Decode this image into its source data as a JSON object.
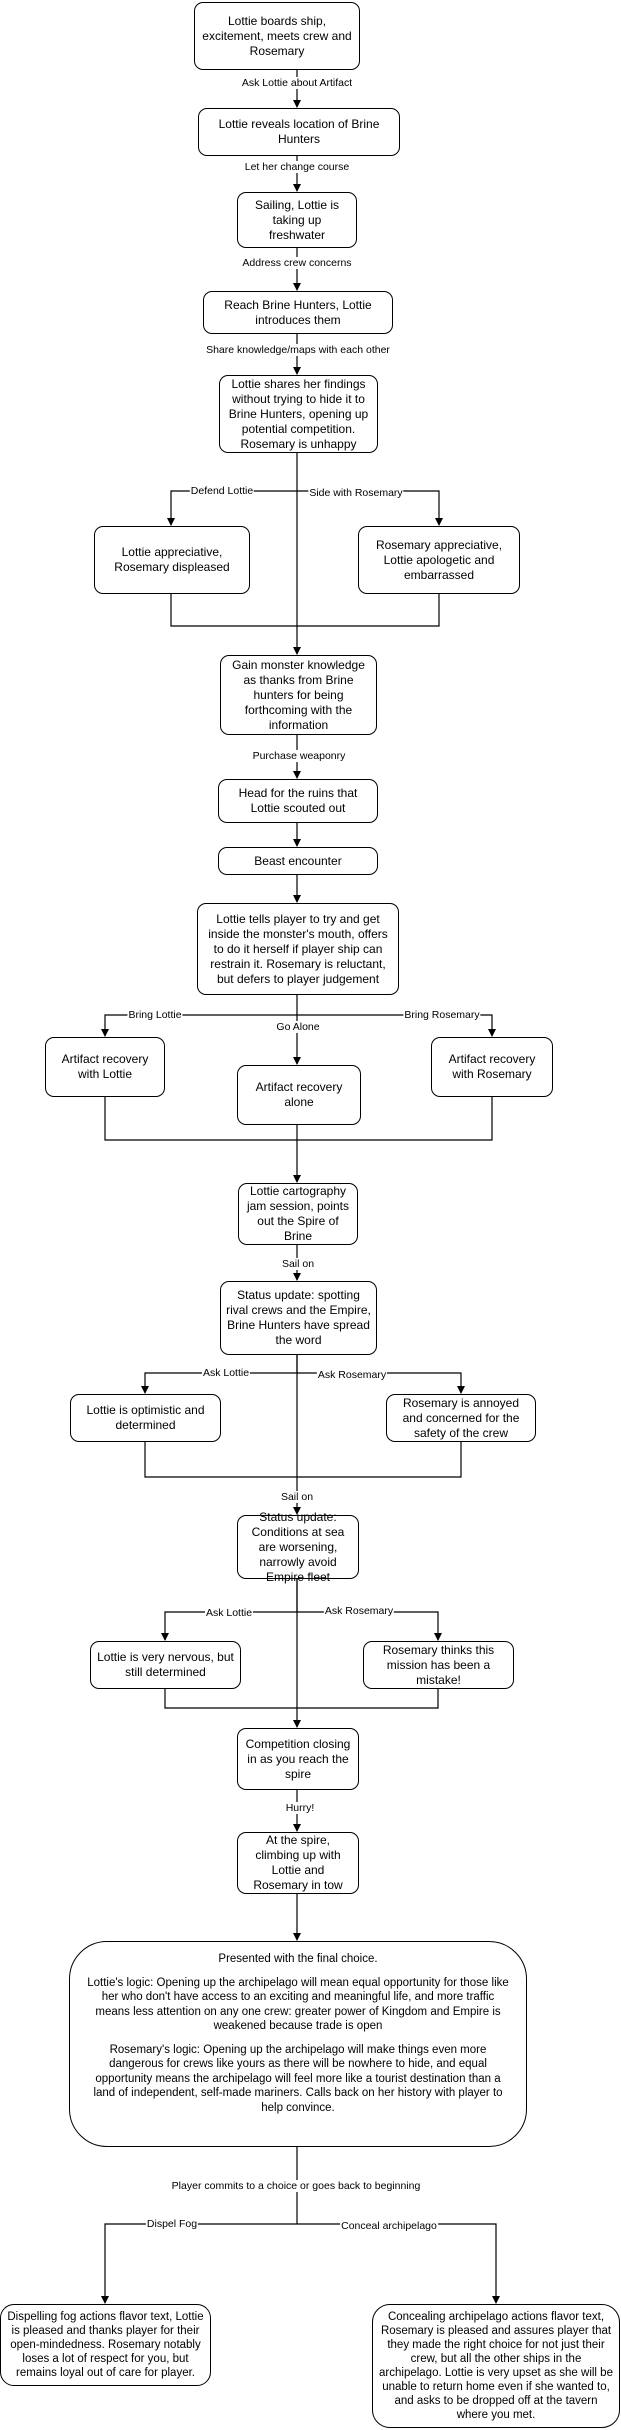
{
  "nodes": {
    "boards": "Lottie boards ship, excitement, meets crew and Rosemary",
    "reveals": "Lottie reveals location of Brine Hunters",
    "sailing": "Sailing, Lottie is taking up freshwater",
    "reach": "Reach Brine Hunters, Lottie introduces them",
    "shares": "Lottie shares her findings without trying to hide it to Brine Hunters, opening up potential competition. Rosemary is unhappy",
    "lottie_appreciative": "Lottie appreciative, Rosemary displeased",
    "rosemary_appreciative": "Rosemary appreciative, Lottie apologetic and embarrassed",
    "monster_knowledge": "Gain monster knowledge as thanks from Brine hunters for being forthcoming with the information",
    "ruins": "Head for the ruins that Lottie scouted out",
    "beast": "Beast encounter",
    "lottie_tells": "Lottie tells player to try and get inside the monster's mouth, offers to do it herself if player ship can restrain it. Rosemary is reluctant, but defers to player judgement",
    "recovery_lottie": "Artifact recovery with Lottie",
    "recovery_alone": "Artifact recovery alone",
    "recovery_rosemary": "Artifact recovery with Rosemary",
    "jam": "Lottie cartography jam session, points out the Spire of Brine",
    "status1": "Status update: spotting rival crews and the Empire, Brine Hunters have spread the word",
    "lottie_optimistic": "Lottie is optimistic and determined",
    "rosemary_annoyed": "Rosemary is annoyed and concerned for the safety of the crew",
    "status2": "Status update: Conditions at sea are worsening, narrowly avoid Empire fleet",
    "lottie_nervous": "Lottie is very nervous, but still determined",
    "rosemary_mistake": "Rosemary thinks this mission has been a mistake!",
    "competition": "Competition closing in as you reach the spire",
    "climbing": "At the spire, climbing up with Lottie and Rosemary in tow",
    "final": [
      "Presented with the final choice.",
      "Lottie's logic: Opening up the archipelago will mean equal opportunity for those like her who don't have access to an exciting and meaningful life, and more traffic means less attention on any one crew: greater power of Kingdom and Empire is weakened because trade is open",
      "Rosemary's logic: Opening up the archipelago will make things even more dangerous for crews like yours as there will be nowhere to hide, and equal opportunity means the archipelago will feel more like a tourist destination than a land of independent, self-made mariners. Calls back on her history with player to help convince."
    ],
    "dispel": "Dispelling fog actions flavor text, Lottie is pleased and thanks player for their open-mindedness. Rosemary notably loses a lot of respect for you, but remains loyal out of care for player.",
    "conceal": "Concealing archipelago actions flavor text, Rosemary is pleased and assures player that they made the right choice for not just their crew, but all the other ships in the archipelago. Lottie is very upset as she will be unable to return home even if she wanted to, and asks to be dropped off at the tavern where you met."
  },
  "labels": {
    "ask_artifact": "Ask Lottie about Artifact",
    "change_course": "Let her change course",
    "crew_concerns": "Address crew concerns",
    "share_knowledge": "Share knowledge/maps with each other",
    "defend_lottie": "Defend Lottie",
    "side_rosemary": "Side with Rosemary",
    "purchase_weaponry": "Purchase weaponry",
    "bring_lottie": "Bring Lottie",
    "go_alone": "Go Alone",
    "bring_rosemary": "Bring Rosemary",
    "sail_on_1": "Sail on",
    "ask_lottie_1": "Ask Lottie",
    "ask_rosemary_1": "Ask Rosemary",
    "sail_on_2": "Sail on",
    "ask_lottie_2": "Ask Lottie",
    "ask_rosemary_2": "Ask Rosemary",
    "hurry": "Hurry!",
    "player_commits": "Player commits to a choice or goes back to beginning",
    "dispel_fog": "Dispel Fog",
    "conceal_archipelago": "Conceal archipelago"
  }
}
